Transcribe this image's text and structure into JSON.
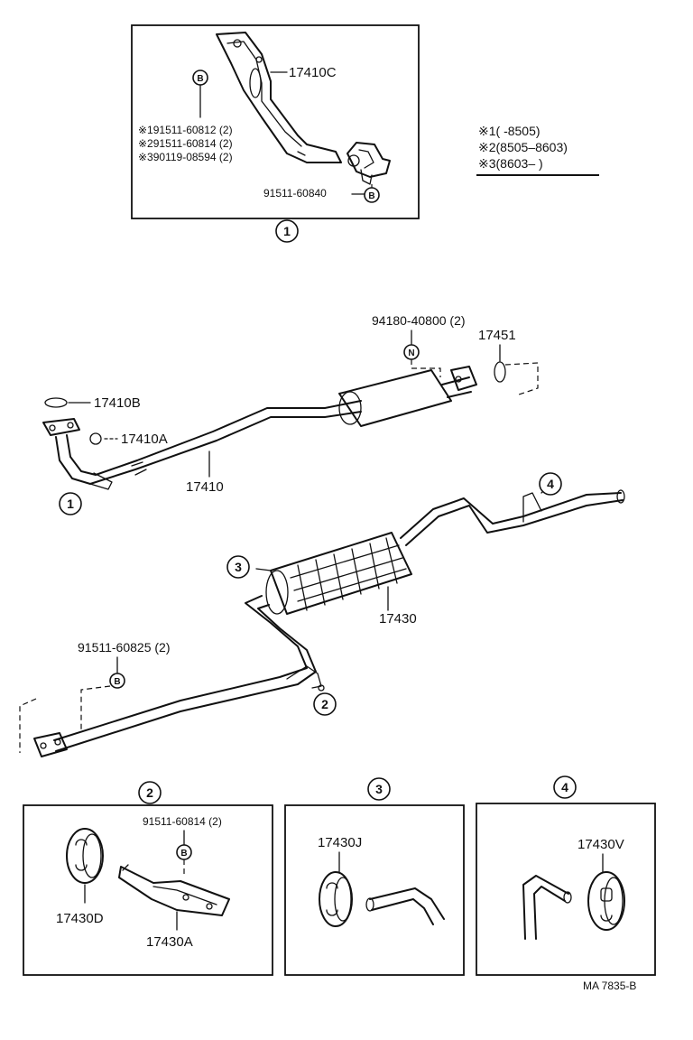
{
  "callouts": {
    "c1": "1",
    "c2": "2",
    "c3": "3",
    "c4": "4"
  },
  "markers": {
    "b": "B",
    "n": "N"
  },
  "detail1": {
    "part_main": "17410C",
    "bolt_list": [
      "※191511-60812 (2)",
      "※291511-60814 (2)",
      "※390119-08594 (2)"
    ],
    "bolt_bottom": "91511-60840"
  },
  "legend": {
    "rows": [
      "※1(      -8505)",
      "※2(8505–8603)",
      "※3(8603–      )"
    ]
  },
  "main": {
    "part_94180": "94180-40800 (2)",
    "part_17451": "17451",
    "part_17410B": "17410B",
    "part_17410A": "17410A",
    "part_17410": "17410",
    "part_17430": "17430",
    "part_91511_60825": "91511-60825 (2)"
  },
  "detail2": {
    "bolt": "91511-60814 (2)",
    "part_d": "17430D",
    "part_a": "17430A"
  },
  "detail3": {
    "part_j": "17430J"
  },
  "detail4": {
    "part_v": "17430V"
  },
  "footer": {
    "code": "MA  7835-B"
  }
}
